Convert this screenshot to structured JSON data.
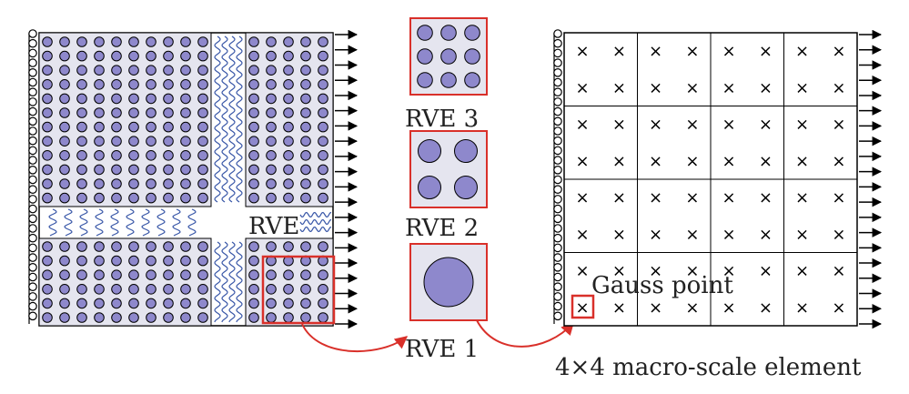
{
  "labels": {
    "rve_overlay": "RVE",
    "rve_3": "RVE 3",
    "rve_2": "RVE 2",
    "rve_1": "RVE 1",
    "gauss_point": "Gauss point",
    "macro_element": "4×4 macro-scale element",
    "cross_glyph": "×"
  },
  "colors": {
    "fiber_fill": "#8E88CC",
    "matrix_fill": "#E5E5EF",
    "highlight": "#D9302A",
    "line": "#000000",
    "wavy": "#3A58A8"
  },
  "structure": {
    "macro_element_grid": [
      4,
      4
    ],
    "gauss_points_per_element": [
      2,
      2
    ],
    "rve_fiber_grids": {
      "rve_1": 1,
      "rve_2": 2,
      "rve_3": 3
    }
  }
}
